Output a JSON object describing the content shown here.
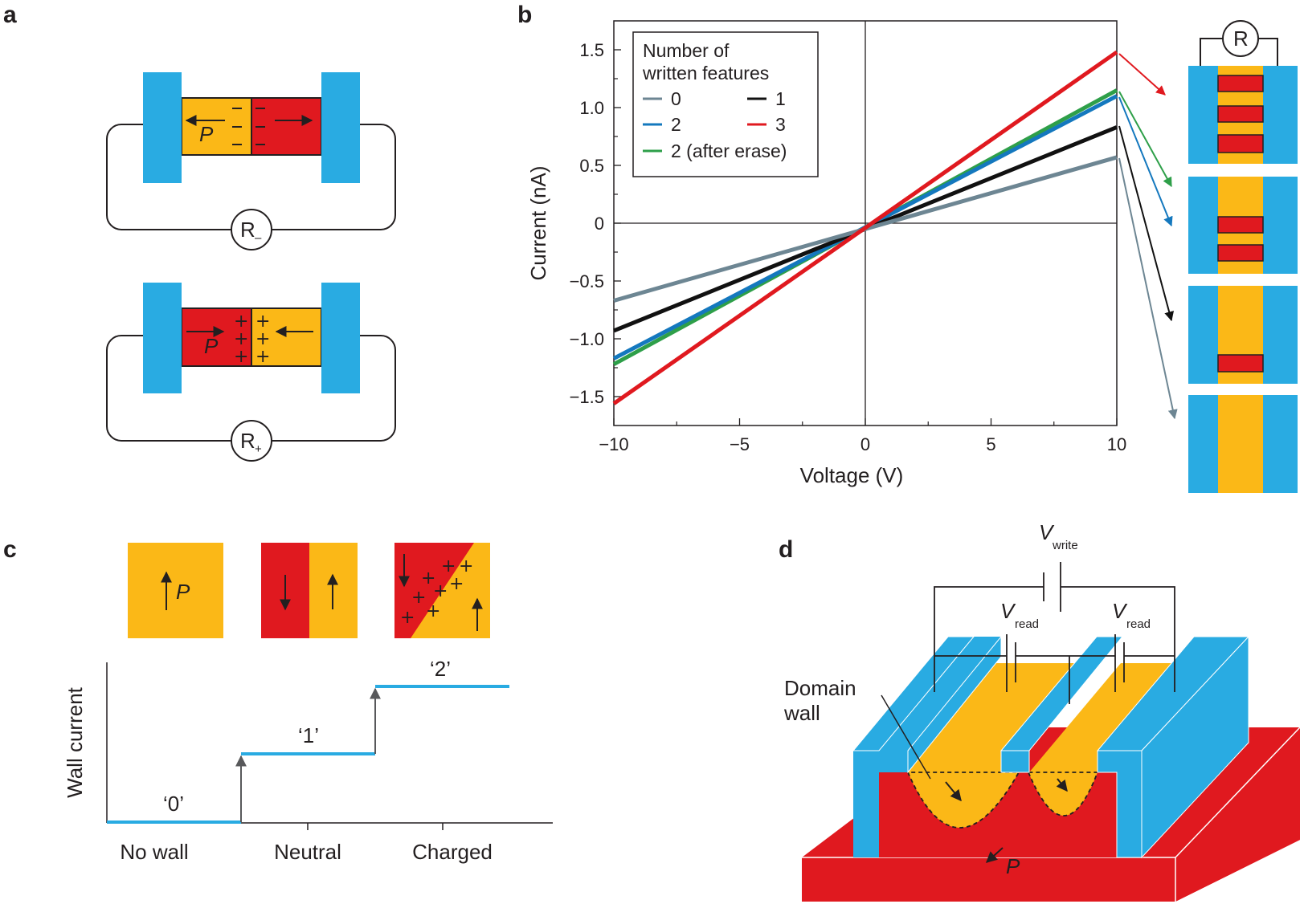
{
  "panel_labels": {
    "a": "a",
    "b": "b",
    "c": "c",
    "d": "d"
  },
  "colors": {
    "electrode": "#29abe2",
    "domain_up": "#fbb817",
    "domain_down": "#e0191f",
    "wall_current": "#29abe2"
  },
  "panel_a": {
    "top": {
      "polarization": "P",
      "resistor": "R",
      "resistor_sub": "–"
    },
    "bottom": {
      "polarization": "P",
      "resistor": "R",
      "resistor_sub": "+"
    }
  },
  "panel_b": {
    "resistor": "R",
    "chart_data": {
      "type": "line",
      "xlabel": "Voltage (V)",
      "ylabel": "Current (nA)",
      "xlim": [
        -10,
        10
      ],
      "ylim": [
        -1.75,
        1.75
      ],
      "x_ticks": [
        "−10",
        "−5",
        "0",
        "5",
        "10"
      ],
      "y_ticks": [
        "−1.5",
        "−1.0",
        "−0.5",
        "0",
        "0.5",
        "1.0",
        "1.5"
      ],
      "legend_title": "Number of written features",
      "legend_position": "top-left",
      "series": [
        {
          "name": "0",
          "color": "#6d8693",
          "x": [
            -10,
            10
          ],
          "y": [
            -0.67,
            0.57
          ]
        },
        {
          "name": "1",
          "color": "#111111",
          "x": [
            -10,
            10
          ],
          "y": [
            -0.93,
            0.83
          ]
        },
        {
          "name": "2",
          "color": "#1478be",
          "x": [
            -10,
            10
          ],
          "y": [
            -1.17,
            1.1
          ]
        },
        {
          "name": "3",
          "color": "#e0191f",
          "x": [
            -10,
            10
          ],
          "y": [
            -1.56,
            1.48
          ]
        },
        {
          "name": "2 (after erase)",
          "color": "#2e9f49",
          "x": [
            -10,
            10
          ],
          "y": [
            -1.22,
            1.15
          ]
        }
      ]
    }
  },
  "panel_c": {
    "polarization": "P",
    "ylabel": "Wall current",
    "categories": [
      "No wall",
      "Neutral",
      "Charged"
    ],
    "levels": [
      "‘0’",
      "‘1’",
      "‘2’"
    ]
  },
  "panel_d": {
    "v_write": "V",
    "v_write_sub": "write",
    "v_read": "V",
    "v_read_sub": "read",
    "domain_wall_line1": "Domain",
    "domain_wall_line2": "wall",
    "polarization": "P"
  }
}
